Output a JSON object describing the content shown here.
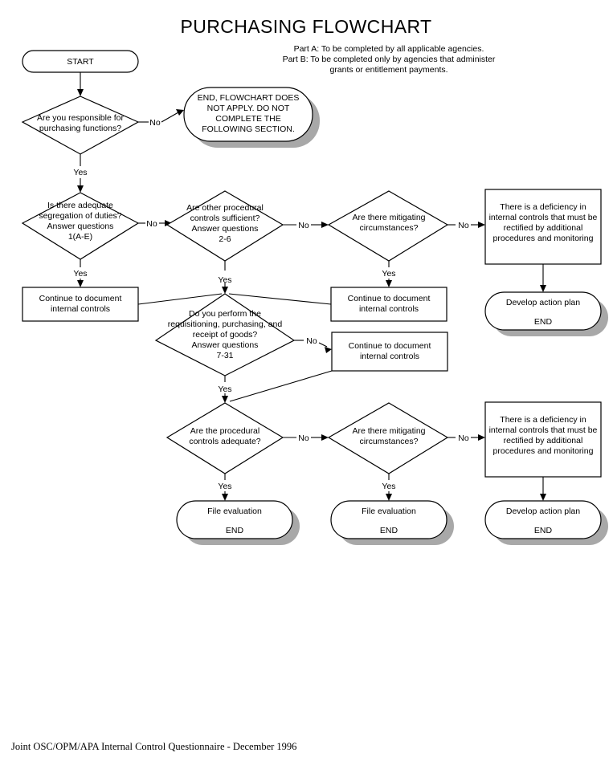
{
  "page": {
    "title": "PURCHASING FLOWCHART",
    "notes": [
      "Part A: To be completed by all applicable agencies.",
      "Part B: To be completed only by agencies that administer",
      "grants or entitlement payments."
    ],
    "footer": "Joint OSC/OPM/APA Internal Control Questionnaire - December 1996"
  },
  "colors": {
    "background": "#ffffff",
    "stroke": "#000000",
    "shadow": "#a8a8a8",
    "shape_fill": "#ffffff"
  },
  "nodes": {
    "start": {
      "type": "terminator",
      "lines": [
        "START"
      ]
    },
    "d_responsible": {
      "type": "decision",
      "lines": [
        "Are you responsible for",
        "purchasing functions?"
      ]
    },
    "end_not_apply": {
      "type": "terminator",
      "lines": [
        "END, FLOWCHART DOES",
        "NOT APPLY.  DO NOT",
        "COMPLETE THE",
        "FOLLOWING SECTION."
      ]
    },
    "d_segregation": {
      "type": "decision",
      "lines": [
        "Is there adequate",
        "segregation of duties?",
        "Answer questions",
        "1(A-E)"
      ]
    },
    "d_other_controls": {
      "type": "decision",
      "lines": [
        "Are other procedural",
        "controls sufficient?",
        "Answer questions",
        "2-6"
      ]
    },
    "d_mitigating_top": {
      "type": "decision",
      "lines": [
        "Are there mitigating",
        "circumstances?"
      ]
    },
    "box_deficiency_top": {
      "type": "process",
      "lines": [
        "There is a deficiency in",
        "internal controls that must be",
        "rectified by additional",
        "procedures and monitoring"
      ]
    },
    "term_action_top": {
      "type": "terminator",
      "lines": [
        "Develop action plan",
        "",
        "END"
      ]
    },
    "box_continue_left": {
      "type": "process",
      "lines": [
        "Continue to document",
        "internal controls"
      ]
    },
    "box_continue_mid": {
      "type": "process",
      "lines": [
        "Continue to document",
        "internal controls"
      ]
    },
    "box_continue_low": {
      "type": "process",
      "lines": [
        "Continue to document",
        "internal controls"
      ]
    },
    "d_requisitioning": {
      "type": "decision",
      "lines": [
        "Do you perform the",
        "requisitioning, purchasing, and",
        "receipt of goods?",
        "Answer questions",
        "7-31"
      ]
    },
    "d_procedural_adequate": {
      "type": "decision",
      "lines": [
        "Are the procedural",
        "controls adequate?"
      ]
    },
    "d_mitigating_bottom": {
      "type": "decision",
      "lines": [
        "Are there mitigating",
        "circumstances?"
      ]
    },
    "box_deficiency_bottom": {
      "type": "process",
      "lines": [
        "There is a deficiency in",
        "internal controls that must be",
        "rectified by additional",
        "procedures and monitoring"
      ]
    },
    "term_file_left": {
      "type": "terminator",
      "lines": [
        "File evaluation",
        "",
        "END"
      ]
    },
    "term_file_mid": {
      "type": "terminator",
      "lines": [
        "File evaluation",
        "",
        "END"
      ]
    },
    "term_action_bottom": {
      "type": "terminator",
      "lines": [
        "Develop action plan",
        "",
        "END"
      ]
    }
  },
  "edge_labels": {
    "no_responsible": "No",
    "yes_responsible": "Yes",
    "no_segregation": "No",
    "yes_segregation": "Yes",
    "no_other_controls": "No",
    "yes_other_controls": "Yes",
    "no_mitigating_top": "No",
    "yes_mitigating_top": "Yes",
    "no_requisitioning": "No",
    "yes_requisitioning": "Yes",
    "no_procedural": "No",
    "yes_procedural": "Yes",
    "no_mitigating_bottom": "No",
    "yes_mitigating_bottom": "Yes"
  }
}
